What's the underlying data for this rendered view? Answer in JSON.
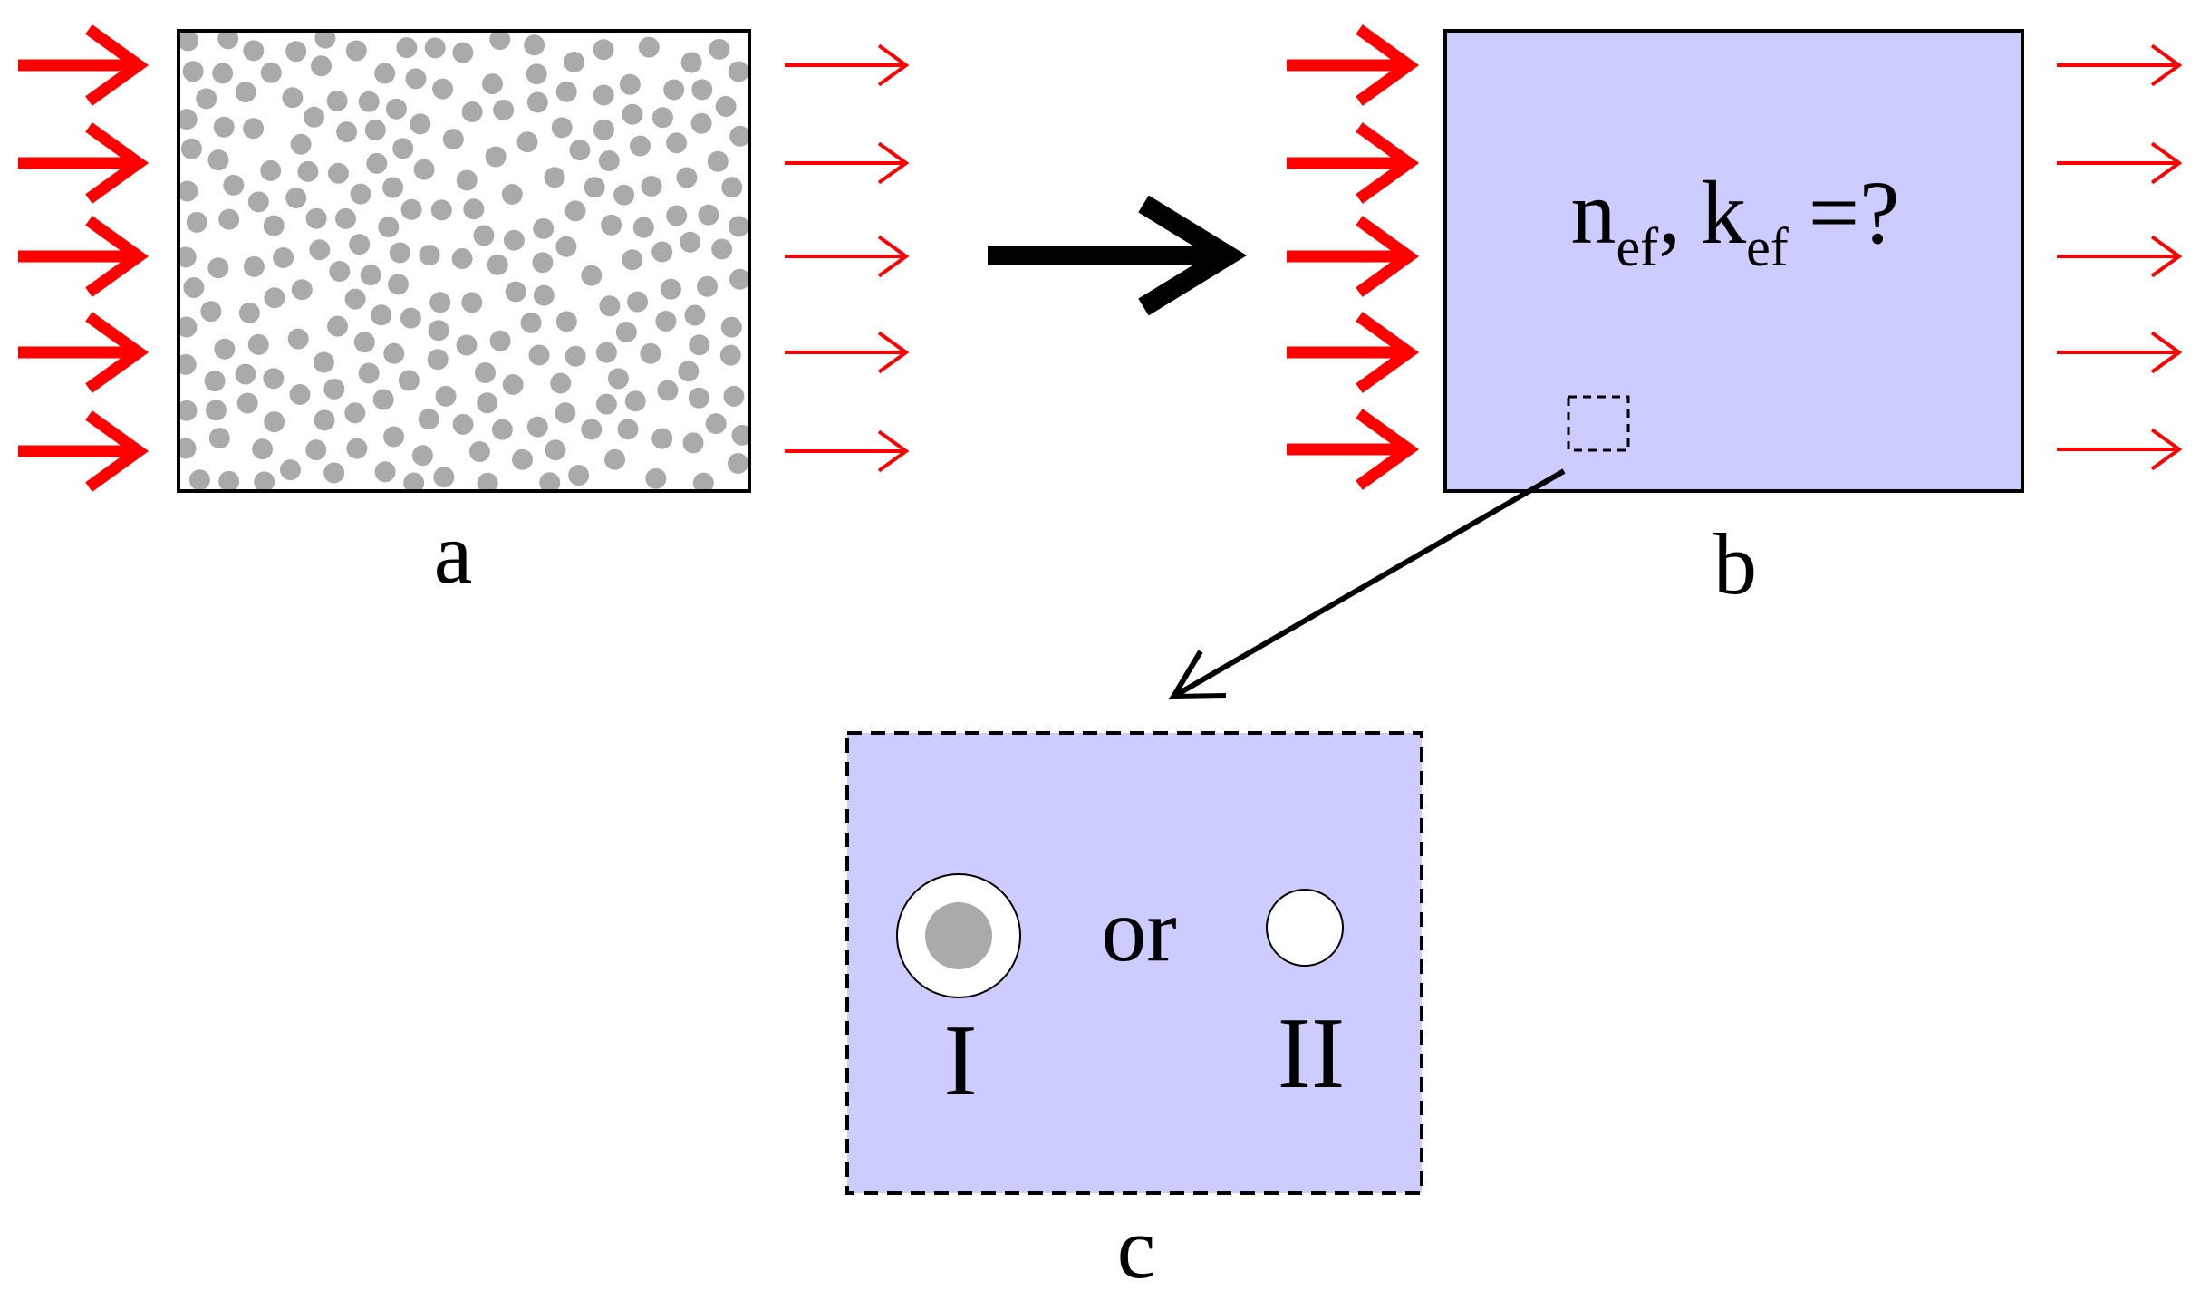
{
  "colors": {
    "arrow_red": "#ff0000",
    "arrow_black": "#000000",
    "particle_gray": "#aaaaaa",
    "effective_medium": "#ccccff",
    "outline": "#000000",
    "shell_white": "#ffffff"
  },
  "panels": {
    "a": {
      "label": "a",
      "content": "dense random packing of gray particles",
      "incident_arrows": 5,
      "transmitted_arrows": 5
    },
    "b": {
      "label": "b",
      "question": {
        "n": "n",
        "n_sub": "ef",
        "comma": ",",
        "k": "k",
        "k_sub": "ef",
        "tail": "=?"
      },
      "incident_arrows": 5,
      "transmitted_arrows": 5
    },
    "c": {
      "label": "c",
      "connector": "or",
      "option_I": {
        "label": "I",
        "description": "gray core with white shell"
      },
      "option_II": {
        "label": "II",
        "description": "white particle"
      }
    }
  }
}
